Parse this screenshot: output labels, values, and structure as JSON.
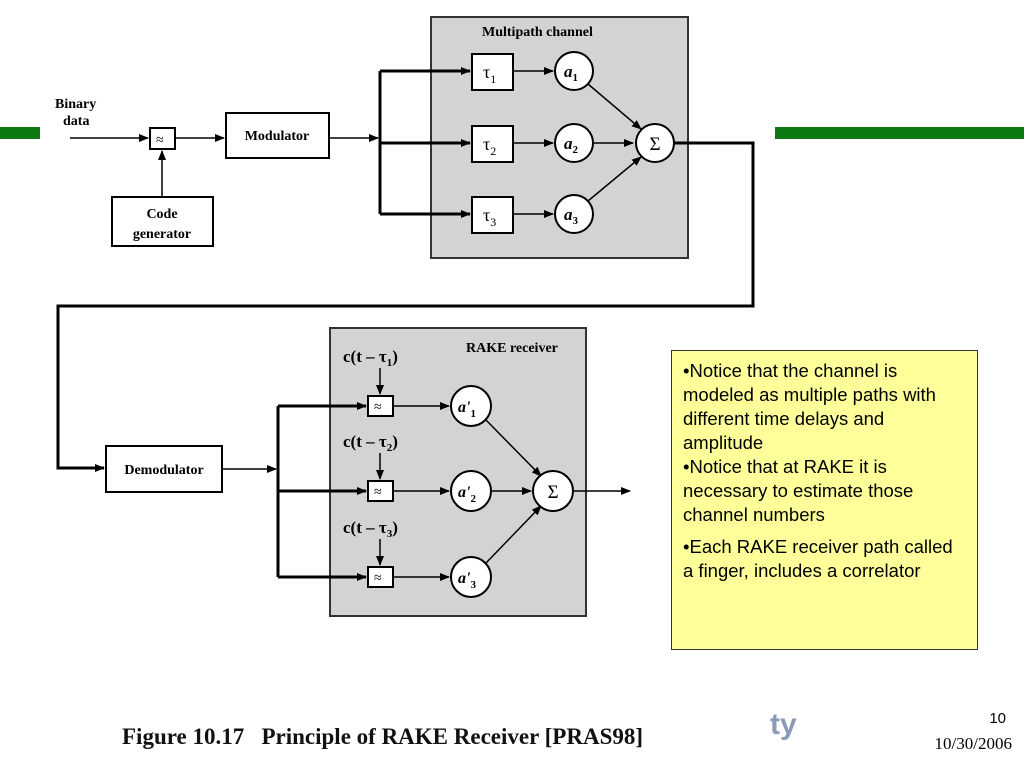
{
  "diagram": {
    "channel_title": "Multipath channel",
    "input_label_1": "Binary",
    "input_label_2": "data",
    "spreader_symbol": "≈",
    "modulator": "Modulator",
    "code_gen_1": "Code",
    "code_gen_2": "generator",
    "delays": [
      {
        "sym": "τ",
        "sub": "1"
      },
      {
        "sym": "τ",
        "sub": "2"
      },
      {
        "sym": "τ",
        "sub": "3"
      }
    ],
    "gains": [
      {
        "sym": "a",
        "sub": "1"
      },
      {
        "sym": "a",
        "sub": "2"
      },
      {
        "sym": "a",
        "sub": "3"
      }
    ],
    "sum_symbol": "Σ",
    "receiver_title": "RAKE receiver",
    "demodulator": "Demodulator",
    "codes": [
      {
        "text": "c(t – τ",
        "sub": "1",
        "close": ")"
      },
      {
        "text": "c(t – τ",
        "sub": "2",
        "close": ")"
      },
      {
        "text": "c(t – τ",
        "sub": "3",
        "close": ")"
      }
    ],
    "rx_gains": [
      {
        "sym": "a'",
        "sub": "1"
      },
      {
        "sym": "a'",
        "sub": "2"
      },
      {
        "sym": "a'",
        "sub": "3"
      }
    ]
  },
  "notes": [
    "•Notice that the channel  is modeled as multiple paths with different time delays and amplitude",
    "•Notice that at RAKE it is necessary to estimate those channel numbers",
    "•Each RAKE receiver path called a finger,  includes a correlator"
  ],
  "caption": "Figure 10.17   Principle of RAKE Receiver [PRAS98]",
  "footer_fragment": "ty",
  "page_number": "10",
  "date": "10/30/2006",
  "colors": {
    "accent_bar": "#0c7a12",
    "note_bg": "#ffff99",
    "panel_bg": "#d3d3d3"
  }
}
